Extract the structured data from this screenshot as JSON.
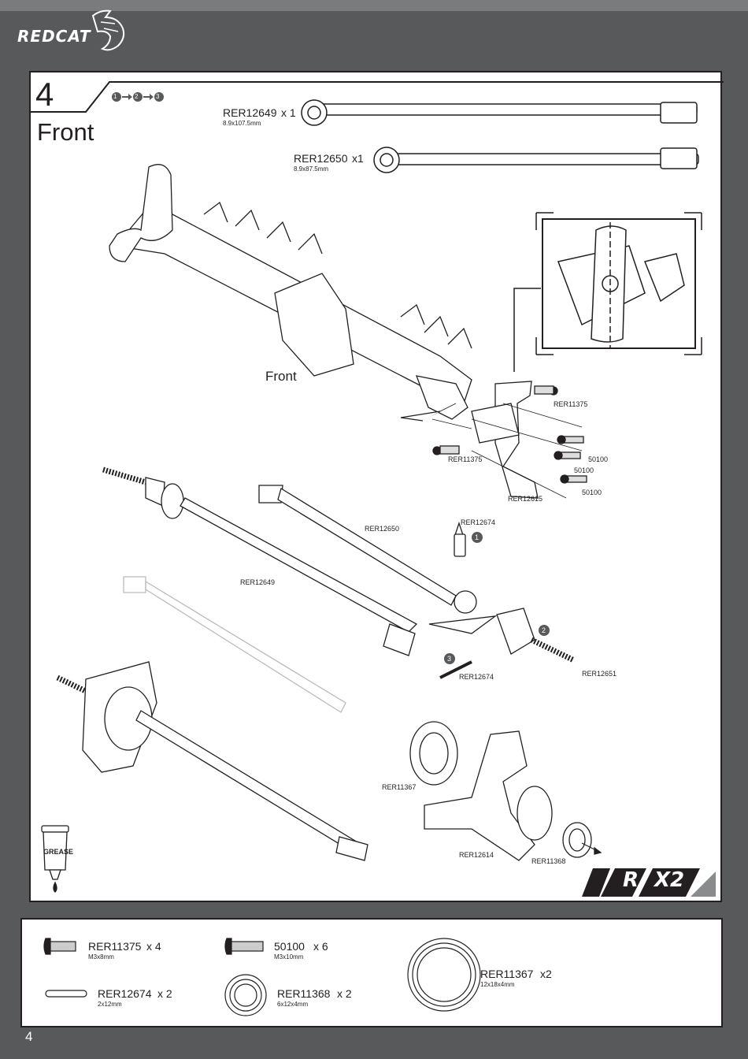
{
  "header": {
    "brand": "REDCAT"
  },
  "step": {
    "number": "4",
    "title": "Front",
    "sequence": [
      "1",
      "2",
      "3"
    ],
    "multiplier": "X2",
    "side_label": "R"
  },
  "parts_top": [
    {
      "code": "RER12649",
      "qty": "x 1",
      "size": "8.9x107.5mm"
    },
    {
      "code": "RER12650",
      "qty": "x1",
      "size": "8.9x87.5mm"
    }
  ],
  "diagram_labels": {
    "front": "Front",
    "rer11375_a": "RER11375",
    "rer11375_b": "RER11375",
    "s50100_a": "50100",
    "s50100_b": "50100",
    "s50100_c": "50100",
    "rer12615": "RER12615",
    "rer12650": "RER12650",
    "rer12674_a": "RER12674",
    "rer12649": "RER12649",
    "rer12674_b": "RER12674",
    "rer12651": "RER12651",
    "rer11367": "RER11367",
    "rer12614": "RER12614",
    "rer11368": "RER11368",
    "grease": "GREASE",
    "callout_1": "1",
    "callout_2": "2",
    "callout_3": "3"
  },
  "legend": [
    {
      "code": "RER11375",
      "qty": "x 4",
      "size": "M3x8mm",
      "icon": "screw-icon"
    },
    {
      "code": "50100",
      "qty": "x 6",
      "size": "M3x10mm",
      "icon": "screw-icon"
    },
    {
      "code": "RER11367",
      "qty": "x2",
      "size": "12x18x4mm",
      "icon": "bearing-icon"
    },
    {
      "code": "RER12674",
      "qty": "x 2",
      "size": "2x12mm",
      "icon": "pin-icon"
    },
    {
      "code": "RER11368",
      "qty": "x 2",
      "size": "6x12x4mm",
      "icon": "bearing-icon"
    }
  ],
  "page": {
    "number": "4"
  }
}
